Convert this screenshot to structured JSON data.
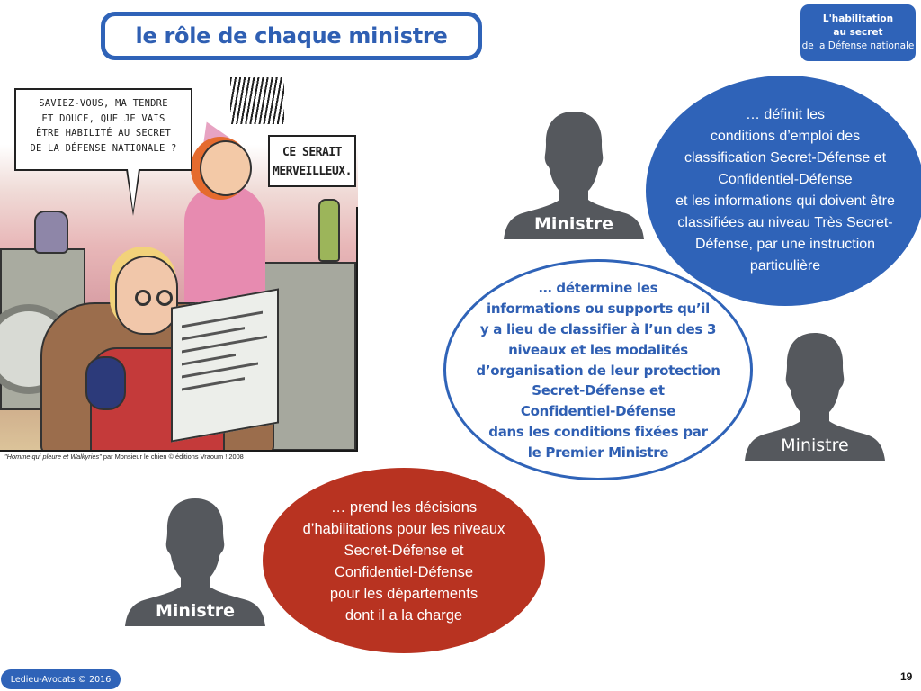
{
  "header": {
    "title": "le rôle de chaque ministre",
    "badge": {
      "line1": "L'habilitation",
      "line2": "au secret",
      "line3": "de la Défense nationale"
    }
  },
  "comic": {
    "bubble_left": [
      "SAVIEZ-VOUS, MA TENDRE",
      "ET DOUCE, QUE JE VAIS",
      "ÊTRE HABILITÉ AU SECRET",
      "DE LA DÉFENSE NATIONALE ?"
    ],
    "bubble_right": [
      "CE SERAIT",
      "MERVEILLEUX."
    ],
    "caption_title": "\"Homme qui pleure et Walkyries\"",
    "caption_rest": " par Monsieur le chien © éditions Vraoum ! 2008"
  },
  "roles": [
    {
      "person_label": "Ministre",
      "color": "#2f63b8",
      "style": "filled-blue",
      "lines": [
        "… définit les",
        "conditions d’emploi des",
        "classification Secret-Défense et",
        "Confidentiel-Défense",
        "et les informations qui doivent être",
        "classifiées au niveau Très Secret-",
        "Défense, par une instruction",
        "particulière"
      ]
    },
    {
      "person_label": "Ministre",
      "color": "#2f63b8",
      "style": "outline-blue",
      "lines": [
        "… détermine les",
        "informations ou supports qu’il",
        "y a lieu de classifier à l’un des 3",
        "niveaux et les modalités",
        "d’organisation de leur protection",
        "Secret-Défense et",
        "Confidentiel-Défense",
        "dans les conditions fixées par",
        "le Premier Ministre"
      ]
    },
    {
      "person_label": "Ministre",
      "color": "#b83321",
      "style": "filled-red",
      "lines": [
        "… prend les décisions",
        "d’habilitations pour les niveaux",
        "Secret-Défense et",
        "Confidentiel-Défense",
        "pour les départements",
        "dont il a la charge"
      ]
    }
  ],
  "footer": {
    "copyright": "Ledieu-Avocats © 2016",
    "page_number": "19"
  },
  "colors": {
    "brand_blue": "#2f63b8",
    "accent_red": "#b83321",
    "silhouette_gray": "#55585d"
  },
  "icons": {
    "person": "person-silhouette-icon"
  }
}
